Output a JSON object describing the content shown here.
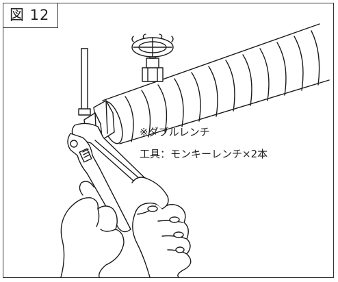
{
  "figure": {
    "label": "図 12",
    "notes": {
      "line1": "※ダブルレンチ",
      "line2": "工具：モンキーレンチ×2本"
    }
  }
}
